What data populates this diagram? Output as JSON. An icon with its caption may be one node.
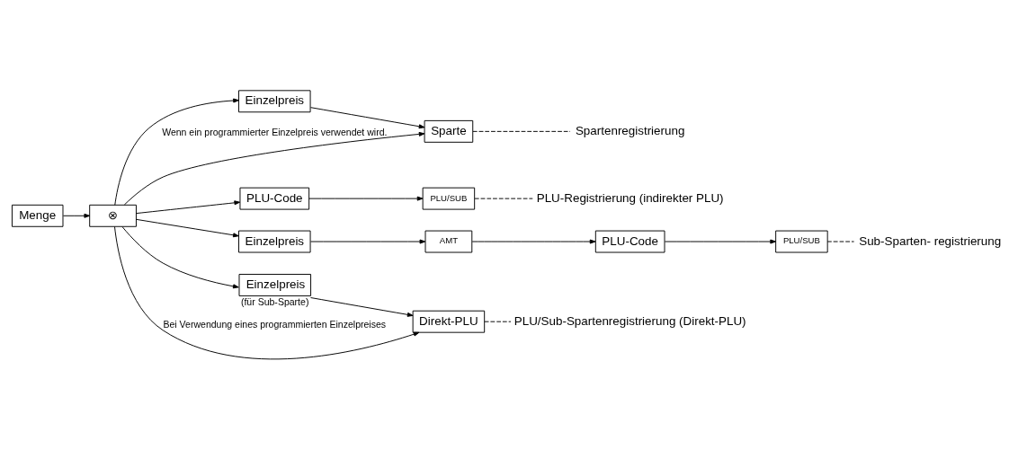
{
  "diagram": {
    "nodes": [
      {
        "text": [
          "Menge"
        ]
      },
      {
        "text": [
          "⊗"
        ]
      },
      {
        "text": [
          "Einzelpreis"
        ]
      },
      {
        "text": [
          "Sparte"
        ]
      },
      {
        "text": [
          "Spartenregistrierung"
        ]
      },
      {
        "text": [
          "PLU-Code"
        ]
      },
      {
        "text": [
          "PLU/SUB"
        ]
      },
      {
        "text": [
          "PLU-Registrierung (indirekter PLU)"
        ]
      },
      {
        "text": [
          "Einzelpreis"
        ]
      },
      {
        "text": [
          "AMT"
        ]
      },
      {
        "text": [
          "PLU-Code"
        ]
      },
      {
        "text": [
          "PLU/SUB"
        ]
      },
      {
        "text": [
          "Sub-Sparten- registrierung"
        ]
      },
      {
        "text": [
          "Einzelpreis"
        ],
        "beside": [
          "(für Sub-Sparte)"
        ]
      },
      {
        "text": [
          "Direkt-PLU"
        ]
      },
      {
        "text": [
          "PLU/Sub-Spartenregistrierung (Direkt-PLU)"
        ]
      }
    ],
    "edges": [
      {
        "from": 0,
        "to": 1,
        "arrow": "to"
      },
      {
        "from": 1,
        "to": 2,
        "arrow": "to"
      },
      {
        "from": 1,
        "to": 5,
        "arrow": "to"
      },
      {
        "from": 1,
        "to": 8,
        "arrow": "to"
      },
      {
        "from": 1,
        "to": 13,
        "arrow": "to"
      },
      {
        "from": 2,
        "to": 3,
        "arrow": "to"
      },
      {
        "from": 1,
        "to": 3,
        "arrow": "to",
        "label": "Wenn ein programmierter Einzelpreis verwendet wird."
      },
      {
        "from": 3,
        "to": 4,
        "arrow": "none",
        "style": "dashed"
      },
      {
        "from": 5,
        "to": 6,
        "arrow": "to"
      },
      {
        "from": 6,
        "to": 7,
        "arrow": "none",
        "style": "dashed"
      },
      {
        "from": 8,
        "to": 9,
        "arrow": "to"
      },
      {
        "from": 9,
        "to": 10,
        "arrow": "to"
      },
      {
        "from": 10,
        "to": 11,
        "arrow": "to"
      },
      {
        "from": 11,
        "to": 12,
        "arrow": "none",
        "style": "dashed"
      },
      {
        "from": 13,
        "to": 14,
        "arrow": "to"
      },
      {
        "from": 1,
        "to": 14,
        "arrow": "to",
        "label": "Bei Verwendung eines programmierten Einzelpreises"
      },
      {
        "from": 14,
        "to": 15,
        "arrow": "none",
        "style": "dashed"
      }
    ]
  }
}
